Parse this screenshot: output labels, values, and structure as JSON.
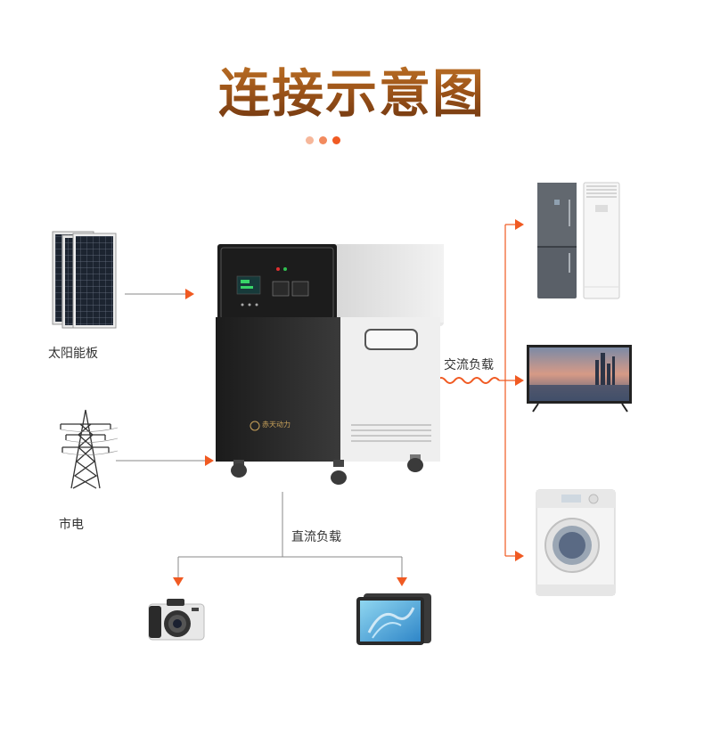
{
  "title": "连接示意图",
  "labels": {
    "solar": "太阳能板",
    "grid": "市电",
    "ac_load": "交流负载",
    "dc_load": "直流负载",
    "brand": "赤天动力"
  },
  "colors": {
    "accent": "#f05a22",
    "title_top": "#c87a2a",
    "title_bottom": "#6d3510",
    "dot_light": "#f6b79a",
    "dot_mid": "#f28a5e",
    "dot_dark": "#f05a22",
    "line": "#888888"
  }
}
